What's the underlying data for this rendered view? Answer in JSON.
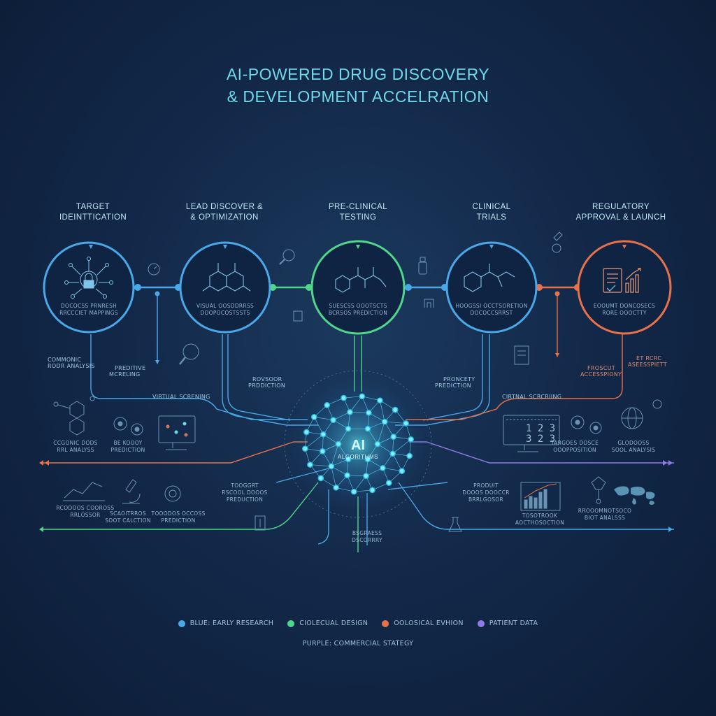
{
  "title": {
    "line1": "AI-POWERED DRUG DISCOVERY",
    "line2": "& DEVELOPMENT ACCELRATION"
  },
  "stages": [
    {
      "line1": "TARGET",
      "line2": "IDEINTTICATION",
      "caption1": "DOCOCSS PRNRESH",
      "caption2": "RRCCCIET MAPPINGS",
      "color": "#4aa8e8",
      "icon": "lock-network-icon"
    },
    {
      "line1": "LEAD DISCOVER &",
      "line2": "& OPTIMIZATION",
      "caption1": "VISUAL OOSDDRRSS",
      "caption2": "DOOPOCOSTSSTS",
      "color": "#4aa8e8",
      "icon": "molecule-icon"
    },
    {
      "line1": "PRE-CLINICAL",
      "line2": "TESTING",
      "caption1": "SUESCSS OOOTSCTS",
      "caption2": "BCRSOS PREDICTION",
      "color": "#4fd68a",
      "icon": "molecule-chain-icon"
    },
    {
      "line1": "CLINICAL",
      "line2": "TRIALS",
      "caption1": "HOOGSSI OCCTSORETION",
      "caption2": "DOCOCCSRRST",
      "color": "#4aa8e8",
      "icon": "molecule-ring-icon"
    },
    {
      "line1": "REGULATORY",
      "line2": "APPROVAL & LAUNCH",
      "caption1": "EOOUMT DONCOSECS",
      "caption2": "RORE OOOCTTY",
      "color": "#e8714a",
      "icon": "document-chart-icon"
    }
  ],
  "branch_labels": [
    {
      "line1": "COMMONIC",
      "line2": "RODR ANALYSIS"
    },
    {
      "line1": "PREDITIVE",
      "line2": "MCRELING"
    },
    {
      "line1": "VIRTUAL SCRENING",
      "line2": ""
    },
    {
      "line1": "ROVSOOR",
      "line2": "PRDDICTION"
    },
    {
      "line1": "PRONCETY",
      "line2": "PREDICTION"
    },
    {
      "line1": "CIRTNAL SCRCRIING",
      "line2": ""
    },
    {
      "line1": "FROSCUT",
      "line2": "ACCESSPIONY"
    },
    {
      "line1": "ET RCRC",
      "line2": "ASEESSPIETT"
    }
  ],
  "lower_labels": [
    {
      "line1": "CCGONIC DODS",
      "line2": "RRL ANALYSS"
    },
    {
      "line1": "BE KOOOY",
      "line2": "PREDICTION"
    },
    {
      "line1": "TARGOES DOSCE",
      "line2": "OOOPPOSITION"
    },
    {
      "line1": "GLODOOSS",
      "line2": "SOOL ANALYSIS"
    },
    {
      "line1": "RCODOOS COOROSS",
      "line2": "RRLOSSOR"
    },
    {
      "line1": "SCAOITRROS",
      "line2": "SOOT CALCTION"
    },
    {
      "line1": "TOOODOS OCCOSS",
      "line2": "PREDICTION"
    },
    {
      "line1": "TOOGGRT",
      "line2": "RSCOOL DOOOS"
    },
    {
      "line1": "",
      "line2": "PREDUCTION"
    },
    {
      "line1": "BSGRAESS",
      "line2": "DSCORRRY"
    },
    {
      "line1": "PRODUIT",
      "line2": "DOOOS DOOCCR"
    },
    {
      "line1": "",
      "line2": "BRRLGOSOR"
    },
    {
      "line1": "TOSOTROOK",
      "line2": "AOCTHOSOCTION"
    },
    {
      "line1": "RROOOMNOTSOCO",
      "line2": "BIOT ANALSSS"
    }
  ],
  "screen_numbers": {
    "row1": "1 2 3",
    "row2": "3 2 3"
  },
  "ai_core": {
    "main": "AI",
    "sub": "ALGORITHMS"
  },
  "legend": [
    {
      "label": "BLUE: EARLY RESEARCH",
      "color": "#4aa8e8"
    },
    {
      "label": "CIOLECUAL DESIGN",
      "color": "#4fd68a"
    },
    {
      "label": "OOLOSICAL EVHION",
      "color": "#e8714a"
    },
    {
      "label": "PATIENT DATA",
      "color": "#8f7ae8"
    }
  ],
  "legend_sub": "PURPLE: COMMERCIAL STATEGY"
}
